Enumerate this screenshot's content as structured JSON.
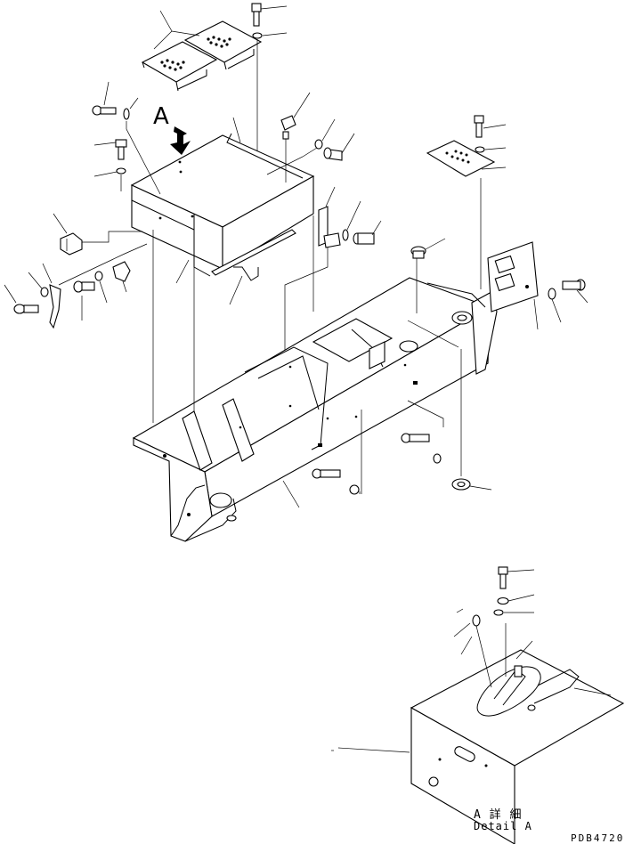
{
  "view_letter": "A",
  "detail_caption_jp": "A 詳 細",
  "detail_caption_en": "Detail A",
  "drawing_code": "PDB4720",
  "colors": {
    "ink": "#000000",
    "paper": "#ffffff"
  }
}
